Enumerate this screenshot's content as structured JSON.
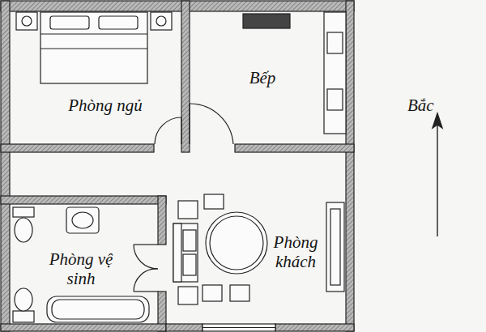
{
  "diagram": {
    "nodes": [
      {
        "text": [
          "Phòng ngủ"
        ]
      },
      {
        "text": [
          "Bếp"
        ]
      },
      {
        "text": [
          "Phòng khách"
        ]
      },
      {
        "text": [
          "Phòng vệ sinh"
        ]
      }
    ],
    "labels": [
      "Bắc"
    ]
  }
}
